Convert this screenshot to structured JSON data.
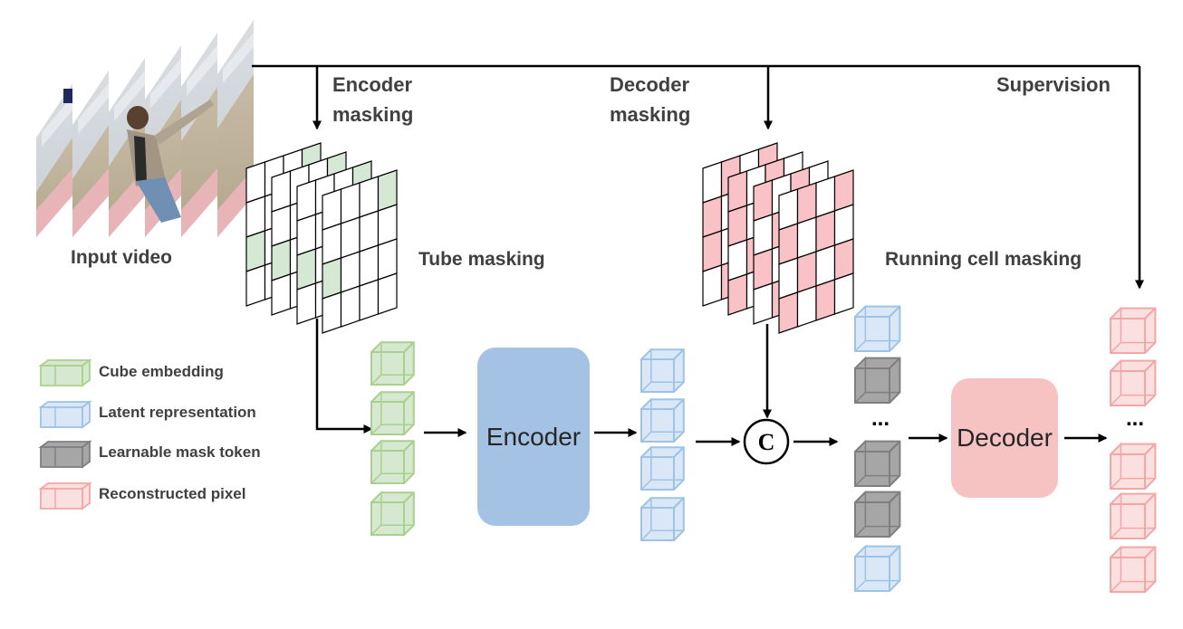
{
  "labels": {
    "input_video": "Input video",
    "encoder_masking_line1": "Encoder",
    "encoder_masking_line2": "masking",
    "decoder_masking_line1": "Decoder",
    "decoder_masking_line2": "masking",
    "supervision": "Supervision",
    "tube_masking": "Tube masking",
    "running_cell_masking": "Running cell masking",
    "concat_symbol": "C",
    "ellipsis": "..."
  },
  "blocks": {
    "encoder": "Encoder",
    "decoder": "Decoder"
  },
  "legend": [
    {
      "label": "Cube embedding",
      "kind": "cube-embedding"
    },
    {
      "label": "Latent representation",
      "kind": "latent"
    },
    {
      "label": "Learnable mask token",
      "kind": "mask-token"
    },
    {
      "label": "Reconstructed pixel",
      "kind": "reconstructed"
    }
  ],
  "colors": {
    "cube_embedding_fill": "#d6e8cf",
    "cube_embedding_stroke": "#a9d18e",
    "latent_fill": "#dae7f7",
    "latent_stroke": "#9dc3e6",
    "mask_token_fill": "#a6a6a6",
    "mask_token_stroke": "#7f7f7f",
    "reconstructed_fill": "#fbe0e0",
    "reconstructed_stroke": "#f4a6a6",
    "encoder_block": "#a4c2e3",
    "decoder_block": "#f7c2c2",
    "tube_cell": "#d5e8d4",
    "running_cell": "#f8c2c6"
  }
}
